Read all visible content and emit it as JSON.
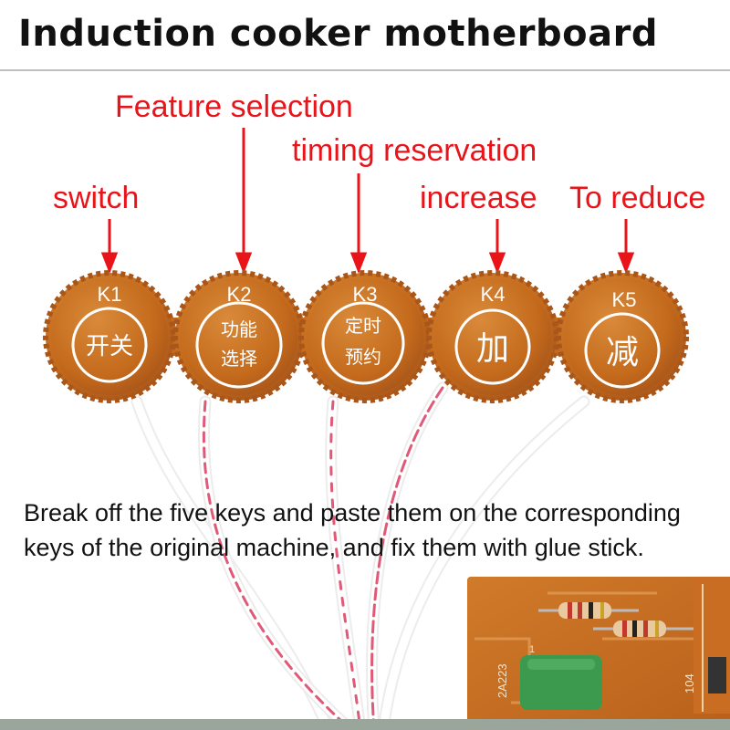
{
  "title": "Induction cooker motherboard",
  "callouts": {
    "switch": "switch",
    "feature": "Feature selection",
    "timing": "timing reservation",
    "increase": "increase",
    "reduce": "To reduce"
  },
  "keys": [
    {
      "id": "K1",
      "line1": "开关",
      "line2": ""
    },
    {
      "id": "K2",
      "line1": "功能",
      "line2": "选择"
    },
    {
      "id": "K3",
      "line1": "定时",
      "line2": "预约"
    },
    {
      "id": "K4",
      "line1": "加",
      "line2": ""
    },
    {
      "id": "K5",
      "line1": "减",
      "line2": ""
    }
  ],
  "note": {
    "line1": "Break off the five keys and paste them on the corresponding",
    "line2": "keys of the original machine, and fix them with glue stick."
  },
  "board": {
    "component_label_a": "2A223",
    "component_label_b": "104",
    "pin_label": "1"
  },
  "colors": {
    "callout": "#e8141a",
    "pcb": "#c8701e",
    "wire_stripe": "#e05a78"
  }
}
